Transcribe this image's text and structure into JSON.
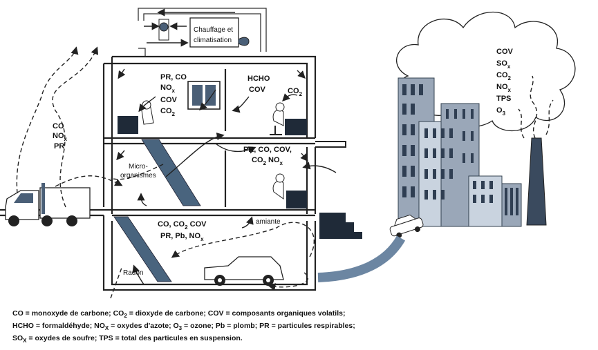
{
  "hvac_label_line1": "Chauffage et",
  "hvac_label_line2": "climatisation",
  "labels": {
    "top_floor_left": [
      "PR, CO",
      "NO",
      "COV",
      "CO"
    ],
    "top_floor_left_subs": [
      "",
      "x",
      "",
      "2"
    ],
    "top_floor_mid": [
      "HCHO",
      "COV"
    ],
    "top_floor_right": "CO",
    "top_floor_right_sub": "2",
    "mid_floor": "PR, CO, COV,",
    "mid_floor_line2": "CO",
    "mid_floor_line2_sub": "2",
    "mid_floor_line2_tail": " NO",
    "mid_floor_line2_tail_sub": "x",
    "micro_line1": "Micro-",
    "micro_line2": "organismes",
    "truck_pollutants": [
      "CO",
      "NO",
      "PR"
    ],
    "truck_pollutants_subs": [
      "",
      "x",
      ""
    ],
    "ground_line1": "CO, CO",
    "ground_line1_sub": "2",
    "ground_line1_tail": " COV",
    "ground_line2": "PR, Pb, NO",
    "ground_line2_sub": "x",
    "amiante": "amiante",
    "radon": "Radon",
    "cloud": [
      "COV",
      "SO",
      "CO",
      "NO",
      "TPS",
      "O"
    ],
    "cloud_subs": [
      "",
      "x",
      "2",
      "x",
      "",
      "3"
    ]
  },
  "legend": {
    "line1": [
      {
        "t": "CO = monoxyde de carbone;  CO"
      },
      {
        "s": "2"
      },
      {
        "t": " = dioxyde de carbone;  COV = composants organiques volatils;"
      }
    ],
    "line2": [
      {
        "t": "HCHO = formaldéhyde; NO"
      },
      {
        "s": "X"
      },
      {
        "t": " = oxydes d'azote; O"
      },
      {
        "s": "3"
      },
      {
        "t": " = ozone; Pb = plomb; PR = particules respirables;"
      }
    ],
    "line3": [
      {
        "t": "SO"
      },
      {
        "s": "X"
      },
      {
        "t": " = oxydes de soufre; TPS = total des particules en suspension."
      }
    ]
  }
}
